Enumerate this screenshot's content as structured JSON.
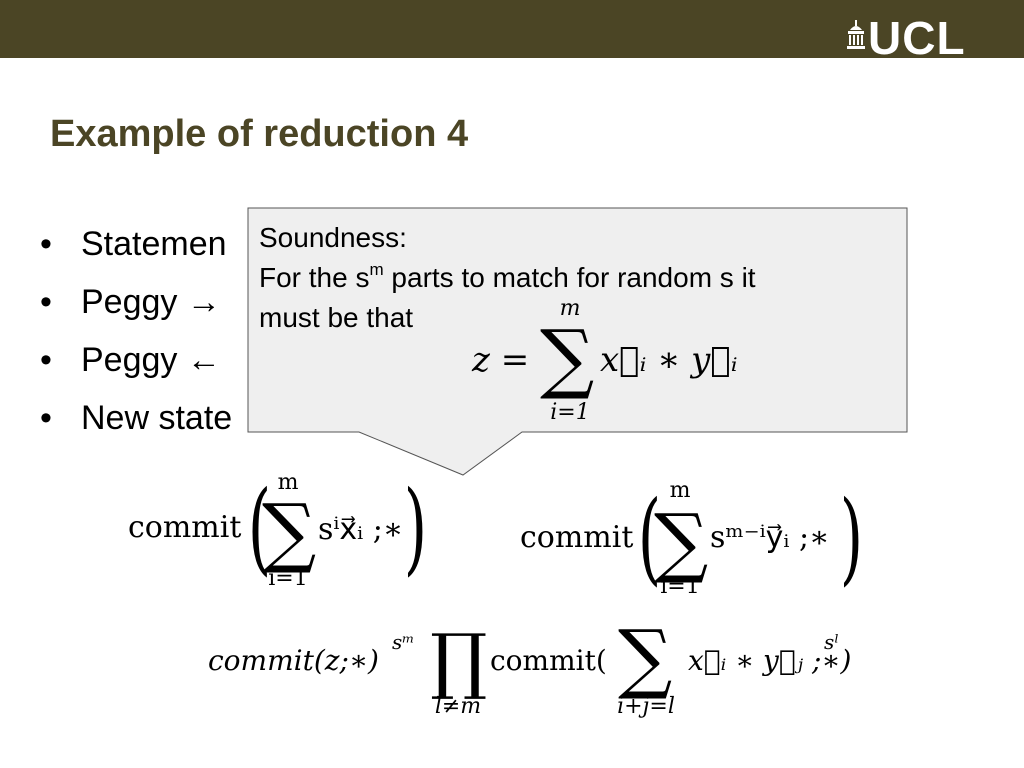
{
  "header": {
    "logo_text": "UCL",
    "bar_color": "#4b4525"
  },
  "slide": {
    "title": "Example of reduction 4",
    "bullets": [
      {
        "text": "Statemen"
      },
      {
        "text": "Peggy →"
      },
      {
        "text": "Peggy ←"
      },
      {
        "text": "New state"
      }
    ]
  },
  "callout": {
    "heading": "Soundness:",
    "line1_prefix": "For the s",
    "line1_sup": "m",
    "line1_suffix": " parts to match for random s it",
    "line2": "must be that",
    "formula": {
      "lhs": "z =",
      "sum_upper": "m",
      "sum_lower": "i=1",
      "term": "x⃗ᵢ ∗ y⃗ᵢ"
    }
  },
  "equations": {
    "eq1": {
      "func": "commit",
      "sum_upper": "m",
      "sum_lower": "i=1",
      "body": "sⁱx⃗ᵢ ;∗"
    },
    "eq2": {
      "func": "commit",
      "sum_upper": "m",
      "sum_lower": "i=1",
      "body": "sᵐ⁻ⁱy⃗ᵢ ;∗"
    },
    "eq3": {
      "part1": "commit(z;∗)",
      "part1_exp": "sᵐ",
      "prod_lower": "l≠m",
      "part2": "commit(",
      "sum_lower": "i+j=l",
      "body": "x⃗ᵢ ∗ y⃗ⱼ ;∗)",
      "body_exp": "sˡ"
    }
  }
}
